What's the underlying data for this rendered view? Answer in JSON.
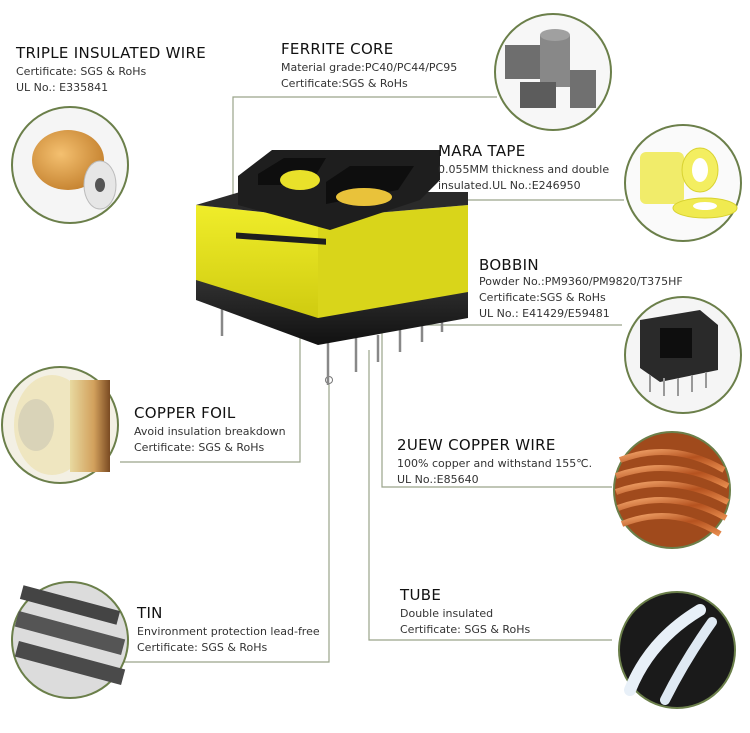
{
  "callouts": {
    "triple_wire": {
      "title": "TRIPLE INSULATED WIRE",
      "line1": "Certificate:  SGS & RoHs",
      "line2": "UL No.:  E335841"
    },
    "ferrite_core": {
      "title": "FERRITE CORE",
      "line1": "Material grade:PC40/PC44/PC95",
      "line2": "Certificate:SGS & RoHs"
    },
    "mara_tape": {
      "title": "MARA TAPE",
      "line1": "0.055MM thickness and double",
      "line2": "insulated.UL No.:E246950"
    },
    "bobbin": {
      "title": "BOBBIN",
      "line1": "Powder No.:PM9360/PM9820/T375HF",
      "line2": "Certificate:SGS & RoHs",
      "line3": "UL No.:  E41429/E59481"
    },
    "copper_foil": {
      "title": "COPPER FOIL",
      "line1": "Avoid insulation breakdown",
      "line2": "Certificate:  SGS & RoHs"
    },
    "uew_wire": {
      "title": "2UEW COPPER WIRE",
      "line1": "100% copper and withstand 155℃.",
      "line2": "UL No.:E85640"
    },
    "tin": {
      "title": "TIN",
      "line1": "Environment protection lead-free",
      "line2": "Certificate:  SGS & RoHs"
    },
    "tube": {
      "title": "TUBE",
      "line1": "Double insulated",
      "line2": "Certificate:  SGS & RoHs"
    }
  },
  "colors": {
    "leader_line": "#9aa48a",
    "circle_border": "#6b7f4a",
    "core_yellow": "#e3e01c",
    "bobbin_black": "#1e1e1e"
  },
  "images": {
    "triple_wire": "wire-spool-photo",
    "ferrite_core": "ferrite-core-photo",
    "mara_tape": "yellow-tape-rolls-photo",
    "bobbin": "black-bobbin-photo",
    "copper_foil": "copper-foil-roll-photo",
    "uew_wire": "copper-wire-coil-photo",
    "tin": "solder-bars-photo",
    "tube": "insulation-tube-photo",
    "transformer": "transformer-photo"
  }
}
